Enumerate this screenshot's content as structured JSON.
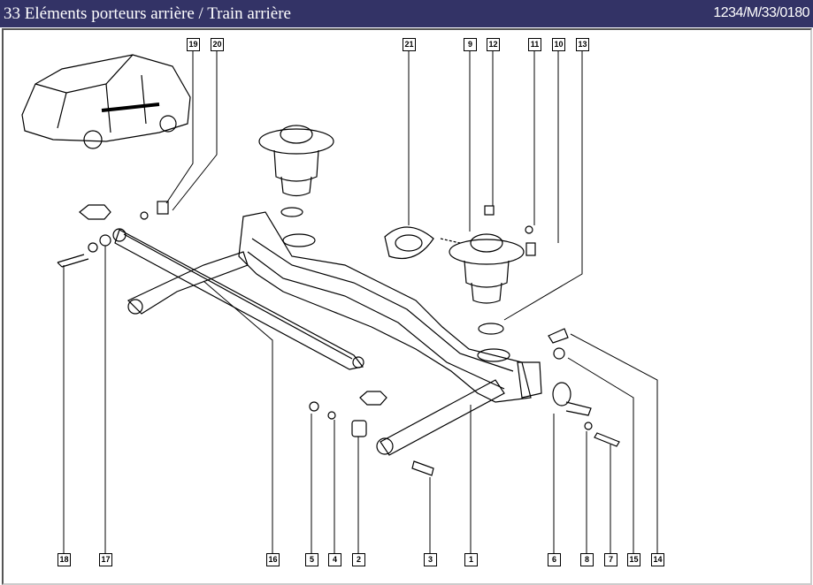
{
  "header": {
    "title": "33 Eléments porteurs arrière / Train arrière",
    "reference": "1234/M/33/0180"
  },
  "callouts_top": [
    "19",
    "20",
    "21",
    "9",
    "12",
    "11",
    "10",
    "13"
  ],
  "callouts_bottom": [
    "18",
    "17",
    "16",
    "5",
    "4",
    "2",
    "3",
    "1",
    "6",
    "8",
    "7",
    "15",
    "14"
  ],
  "colors": {
    "header_bg": "#333366",
    "line": "#000000"
  }
}
